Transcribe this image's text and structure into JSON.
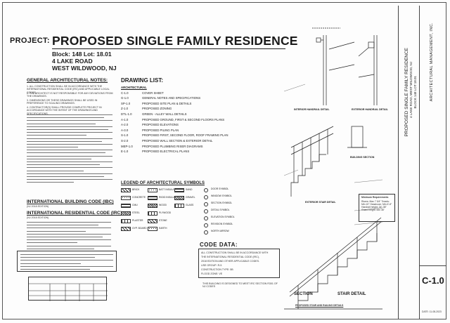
{
  "project": {
    "label": "PROJECT:",
    "title": "PROPOSED SINGLE FAMILY RESIDENCE",
    "block_lot": "Block: 148   Lot: 18.01",
    "street": "4 LAKE ROAD",
    "city": "WEST WILDWOOD, NJ"
  },
  "general_notes": {
    "title": "GENERAL ARCHITECTURAL NOTES:",
    "notes": [
      "1. ALL CONSTRUCTION SHALL BE IN ACCORDANCE WITH THE INTERNATIONAL RESIDENTIAL CODE (IRC) AND APPLICABLE LOCAL CODES.",
      "2. THE ARCHITECT IS NOT RESPONSIBLE FOR ANY DEVIATIONS FROM THE DRAWINGS.",
      "3. DIMENSIONS OR THESE DRAWINGS SHALL BE USED IN PREFERENCE TO SCALING DRAWINGS.",
      "4. CONTRACTOR(S) SHALL PROVIDE COMPLETE PROJECT IN ACCORDANCE WITH THE INTENT OF THE DRAWINGS AND SPECIFICATIONS."
    ]
  },
  "drawing_list": {
    "title": "DRAWING LIST:",
    "subtitle": "ARCHITECTURAL",
    "items": [
      {
        "code": "C-1.0",
        "name": "COVER SHEET"
      },
      {
        "code": "G-1.0",
        "name": "GENERAL NOTES AND SPECIFICATIONS"
      },
      {
        "code": "SP-1.0",
        "name": "PROPOSED SITE PLAN & DETAILS"
      },
      {
        "code": "Z-1.0",
        "name": "PROPOSED ZONING"
      },
      {
        "code": "DTL-1.0",
        "name": "GREEN - ALLEY WALL DETAILS"
      },
      {
        "code": "A-1.0",
        "name": "PROPOSED GROUND, FIRST & SECOND FLOORS PLANS"
      },
      {
        "code": "A-2.0",
        "name": "PROPOSED ELEVATIONS"
      },
      {
        "code": "A-3.0",
        "name": "PROPOSED PILING PLAN"
      },
      {
        "code": "S-1.0",
        "name": "PROPOSED FIRST, SECOND FLOOR, ROOF FRAMING PLAN"
      },
      {
        "code": "S-2.0",
        "name": "PROPOSED WALL SECTION & EXTERIOR DETAIL"
      },
      {
        "code": "MEP-1.0",
        "name": "PROPOSED PLUMBING RISER DIAGRAMS"
      },
      {
        "code": "E-1.0",
        "name": "PROPOSED ELECTRICAL PLANS"
      }
    ]
  },
  "legend": {
    "title": "LEGEND OF ARCHITECTURAL SYMBOLS",
    "materials": [
      "BRICK",
      "CONCRETE",
      "CMU",
      "STEEL",
      "PLASTER",
      "GYP. BOARD",
      "BATT INSULATION",
      "RIGID INSULATION",
      "WOOD",
      "PLYWOOD",
      "STONE",
      "EARTH",
      "SAND",
      "GRAVEL",
      "GLASS"
    ],
    "symbols": [
      "DOOR SYMBOL",
      "WINDOW SYMBOL",
      "SECTION SYMBOL",
      "DETAIL SYMBOL",
      "ELEVATION SYMBOL",
      "REVISION SYMBOL",
      "NORTH ARROW"
    ]
  },
  "codes": {
    "ibc_title": "INTERNATIONAL BUILDING CODE (IBC)",
    "ibc_edition": "(NJ 2018 EDITION)",
    "irc_title": "INTERNATIONAL RESIDENTIAL CODE (IRC)",
    "irc_edition": "(NJ 2018 EDITION)"
  },
  "code_data": {
    "title": "CODE DATA:",
    "lines": [
      "ALL CONSTRUCTION SHALL BE IN ACCORDANCE WITH",
      "THE INTERNATIONAL RESIDENTIAL CODE (IRC),",
      "2018 EDITION AND OTHER APPLICABLE CODES.",
      "USE GROUP: R-5",
      "CONSTRUCTION TYPE: 5B",
      "FLOOD ZONE: VE"
    ],
    "note": "THIS BUILDING IS DESIGNED TO MEET IRC SECTION R301 OF NJ CODES"
  },
  "details": {
    "interior_rail": "INTERIOR HANDRAIL DETAIL",
    "exterior_rail": "EXTERIOR HANDRAIL DETAIL",
    "exterior_stair": "EXTERIOR STAIR DETAIL",
    "building_section": "BUILDING SECTION",
    "section_label": "SECTION",
    "stair_label": "STAIR DETAIL",
    "proposed_caption": "PROPOSED STAIR AND RAILING DETAILS",
    "min_req_title": "Minimum Requirements",
    "min_req_text": "Risers: Max 7 3/4\" Treads: Min 10\" Headroom: Min 6'-8\" Handrail height: 34\"-38\" Guard height: Min 36\""
  },
  "title_block": {
    "firm": "ARCHITECTURAL MANAGEMENT, INC.",
    "project_short": "PROPOSED SINGLE FAMILY RESIDENCE",
    "address_short": "4 LAKE ROAD, WEST WILDWOOD, NJ",
    "block_lot_short": "BLOCK 148  LOT 18.01",
    "sheet": "C-1.0",
    "date": "DATE: 11-08-2023"
  }
}
